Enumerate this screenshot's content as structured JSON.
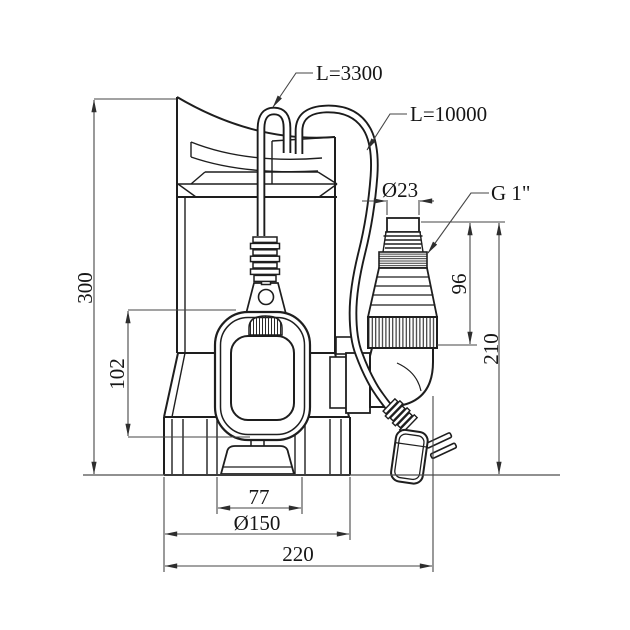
{
  "drawing": {
    "kind": "submersible pump dimensional drawing",
    "colors": {
      "background": "#ffffff",
      "outline": "#1e1e1e",
      "dimension": "#464646"
    },
    "labels": {
      "height_total": "300",
      "float_height": "102",
      "connector_height": "96",
      "outlet_height": "210",
      "hose_diameter": "Ø23",
      "thread_size": "G 1\"",
      "float_cable_length": "L=3300",
      "power_cable_length": "L=10000",
      "float_base_width": "77",
      "body_diameter": "Ø150",
      "total_width": "220"
    }
  }
}
